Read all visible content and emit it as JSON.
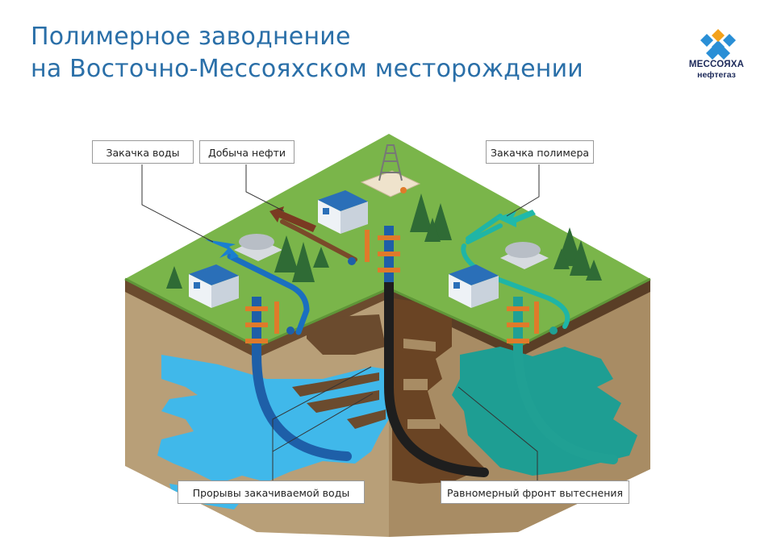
{
  "header": {
    "title_line1": "Полимерное заводнение",
    "title_line2": "на Восточно-Мессояхском месторождении"
  },
  "logo": {
    "name": "МЕССОЯХА",
    "sub": "нефтегаз"
  },
  "labels": {
    "water_injection": "Закачка воды",
    "oil_production": "Добыча нефти",
    "polymer_injection": "Закачка полимера",
    "water_breakthrough": "Прорывы закачиваемой воды",
    "uniform_front": "Равномерный фронт вытеснения"
  },
  "colors": {
    "title": "#2a6fa8",
    "grass": "#7ab54a",
    "soil": "#b9a078",
    "water": "#3fb8e8",
    "polymer": "#1a9e92",
    "oil": "#6a4424",
    "logo_blue": "#2a8fd6"
  }
}
